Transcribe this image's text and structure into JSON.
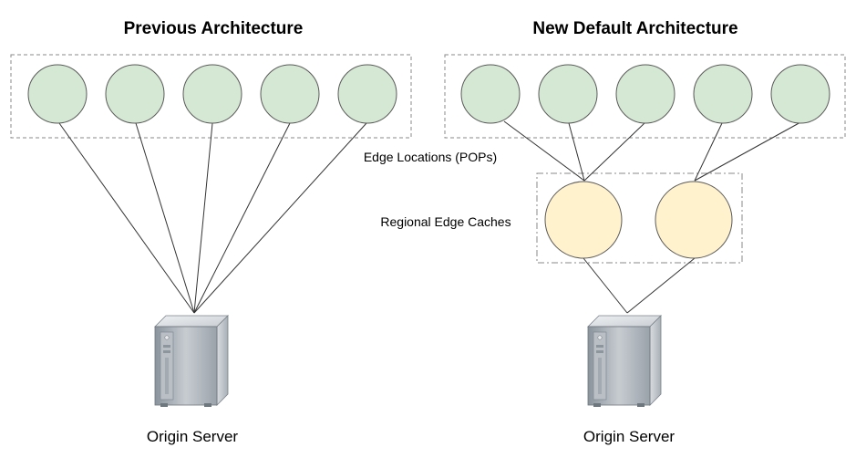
{
  "left": {
    "title": "Previous Architecture",
    "origin_label": "Origin Server"
  },
  "right": {
    "title": "New Default Architecture",
    "origin_label": "Origin Server"
  },
  "labels": {
    "edge_locations": "Edge Locations (POPs)",
    "regional_caches": "Regional Edge Caches"
  },
  "colors": {
    "pop_fill": "#d5e8d4",
    "pop_stroke": "#82b366",
    "cache_fill": "#fff2cc",
    "cache_stroke": "#d6b656",
    "line": "#333333",
    "box_dash": "#888888"
  }
}
